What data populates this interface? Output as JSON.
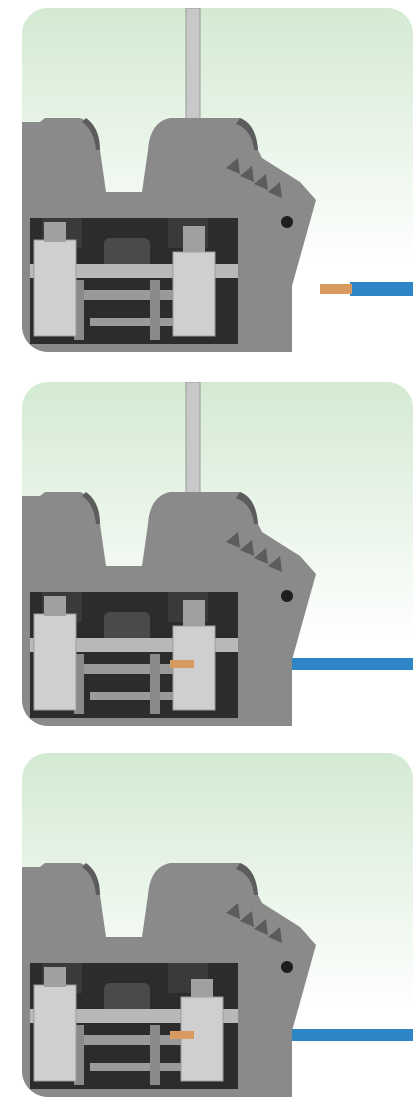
{
  "panels": [
    {
      "step": 1,
      "screwdriver": "engaged",
      "wire": "separate",
      "clamp": "open"
    },
    {
      "step": 2,
      "screwdriver": "engaged",
      "wire": "inserted",
      "clamp": "open"
    },
    {
      "step": 3,
      "screwdriver": "none",
      "wire": "inserted",
      "clamp": "tightened"
    }
  ],
  "colors": {
    "background_top": "#d3ead2",
    "background_bottom": "#ffffff",
    "housing": "#8a8a8a",
    "housing_dark": "#5c5c5c",
    "cavity": "#2c2c2c",
    "clamp": "#cfcfcf",
    "wire_insulation": "#2f86c6",
    "wire_conductor": "#d99a62",
    "screwdriver": "#c8c8c8"
  }
}
